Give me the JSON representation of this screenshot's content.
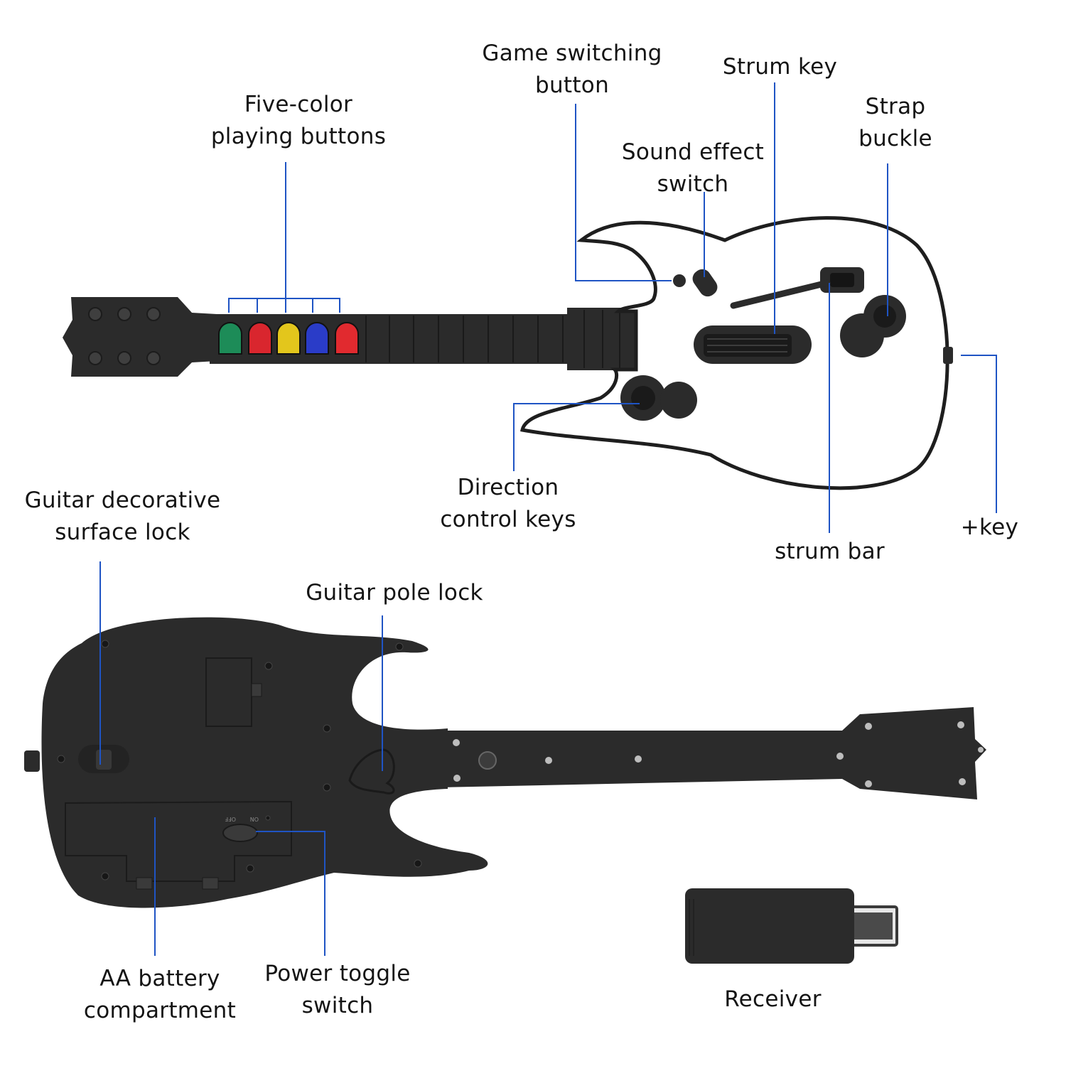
{
  "colors": {
    "guitar_black": "#2b2b2b",
    "body_white": "#ffffff",
    "leader_blue": "#1f54c4",
    "fret_green": "#1d8c58",
    "fret_red": "#d9262e",
    "fret_yellow": "#e3c61c",
    "fret_blue": "#2a3cc8",
    "fret_orange_red": "#e12a2f"
  },
  "icons": {
    "front_guitar": "guitar-front-icon",
    "back_guitar": "guitar-back-icon",
    "receiver": "usb-receiver-icon"
  },
  "labels": {
    "five_color": {
      "line1": "Five-color",
      "line2": "playing buttons"
    },
    "game_switch": {
      "line1": "Game switching",
      "line2": "button"
    },
    "strum_key": {
      "line1": "Strum key"
    },
    "strap_buckle": {
      "line1": "Strap",
      "line2": "buckle"
    },
    "sound_effect": {
      "line1": "Sound effect",
      "line2": "switch"
    },
    "direction": {
      "line1": "Direction",
      "line2": "control keys"
    },
    "strum_bar": {
      "line1": "strum bar"
    },
    "plus_key": {
      "line1": "+key"
    },
    "decorative_lock": {
      "line1": "Guitar decorative",
      "line2": "surface lock"
    },
    "pole_lock": {
      "line1": "Guitar pole lock"
    },
    "battery": {
      "line1": "AA battery",
      "line2": "compartment"
    },
    "power": {
      "line1": "Power toggle",
      "line2": "switch"
    },
    "receiver": {
      "line1": "Receiver"
    },
    "switch_off": "OFF",
    "switch_on": "ON"
  }
}
